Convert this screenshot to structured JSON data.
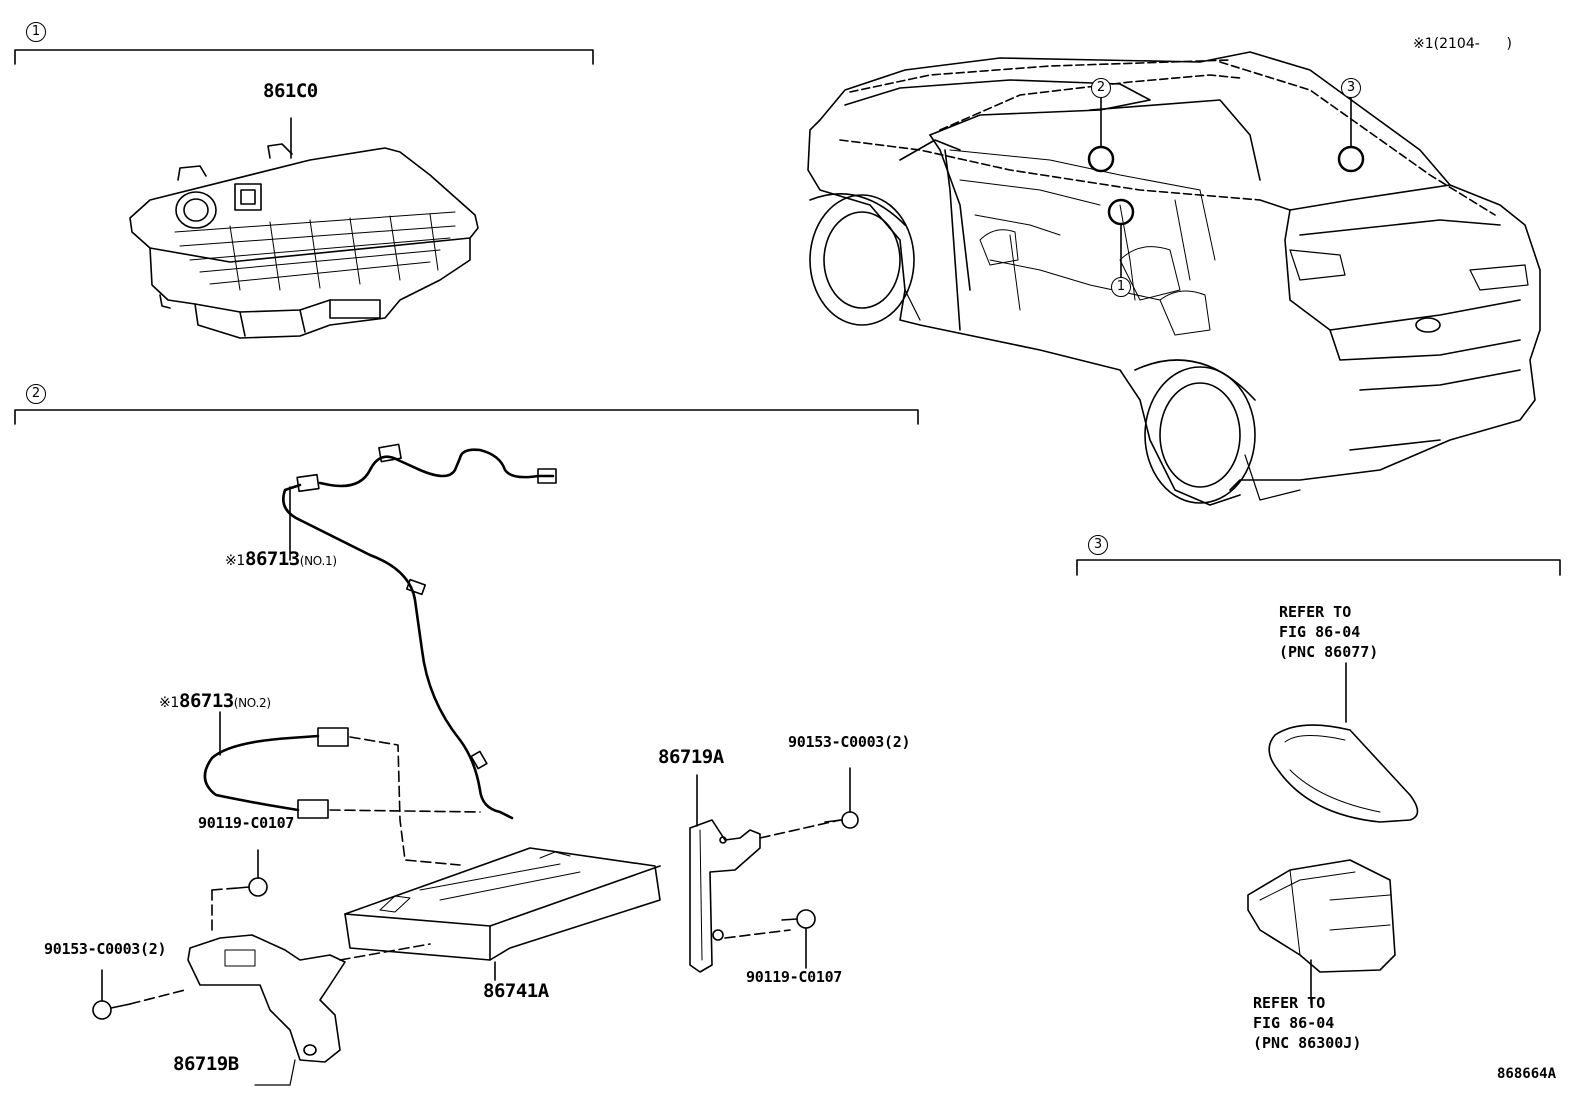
{
  "sections": [
    {
      "number": "1"
    },
    {
      "number": "2"
    },
    {
      "number": "3"
    }
  ],
  "vehicle_callouts": [
    "2",
    "3",
    "1"
  ],
  "variant_note": {
    "mark": "※1",
    "range": "(2104-      )"
  },
  "parts": {
    "p861c0": {
      "number": "861C0"
    },
    "p86713_no1": {
      "mark": "※1",
      "number": "86713",
      "suffix": "(NO.1)"
    },
    "p86713_no2": {
      "mark": "※1",
      "number": "86713",
      "suffix": "(NO.2)"
    },
    "p86719a": {
      "number": "86719A"
    },
    "p86719b": {
      "number": "86719B"
    },
    "p86741a": {
      "number": "86741A"
    },
    "p90153_right": {
      "number": "90153-C0003(2)"
    },
    "p90153_left": {
      "number": "90153-C0003(2)"
    },
    "p90119_left": {
      "number": "90119-C0107"
    },
    "p90119_right": {
      "number": "90119-C0107"
    }
  },
  "references": [
    {
      "lines": [
        "REFER TO",
        "FIG 86-04",
        "(PNC 86077)"
      ]
    },
    {
      "lines": [
        "REFER TO",
        "FIG 86-04",
        "(PNC 86300J)"
      ]
    }
  ],
  "illustration_number": "868664A"
}
